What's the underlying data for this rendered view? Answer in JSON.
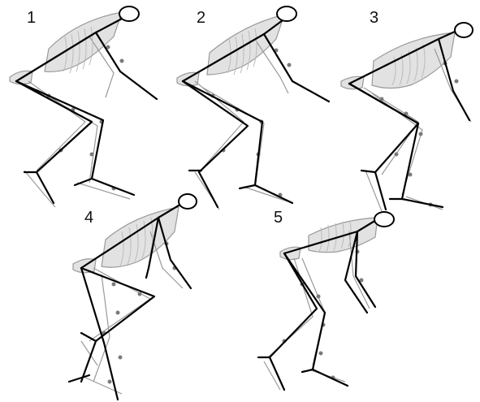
{
  "figure": {
    "frames": [
      {
        "label": "1"
      },
      {
        "label": "2"
      },
      {
        "label": "3"
      },
      {
        "label": "4"
      },
      {
        "label": "5"
      }
    ],
    "colors": {
      "stick": "#000000",
      "bone": "#9a9a9a",
      "bone_light": "#d0d0d0",
      "marker": "#7a7a7a"
    }
  }
}
